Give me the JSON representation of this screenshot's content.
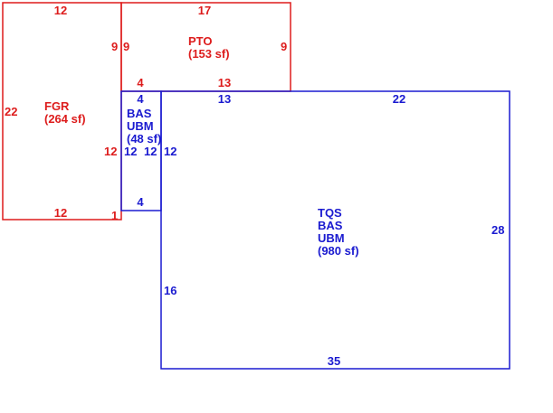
{
  "colors": {
    "red": "#dd1c1c",
    "blue": "#1a1ad0"
  },
  "areas": {
    "fgr": {
      "lines": [
        "FGR",
        "(264 sf)"
      ]
    },
    "pto": {
      "lines": [
        "PTO",
        "(153 sf)"
      ]
    },
    "bas_small": {
      "lines": [
        "BAS",
        "UBM",
        "(48 sf)"
      ]
    },
    "tqs": {
      "lines": [
        "TQS",
        "BAS",
        "UBM",
        "(980 sf)"
      ]
    }
  },
  "dimensions": {
    "fgr_top": "12",
    "fgr_left": "22",
    "fgr_right_upper": "9",
    "fgr_right_lower": "12",
    "fgr_bottom": "12",
    "fgr_bottom_right": "1",
    "pto_top": "17",
    "pto_left": "9",
    "pto_right": "9",
    "pto_bottom_left": "4",
    "pto_bottom_right": "13",
    "bas_top": "4",
    "bas_left": "12",
    "bas_right_inner": "12",
    "bas_right_outer": "12",
    "bas_bottom": "4",
    "tqs_top_left": "13",
    "tqs_top_right": "22",
    "tqs_right": "28",
    "tqs_left": "16",
    "tqs_bottom": "35"
  }
}
